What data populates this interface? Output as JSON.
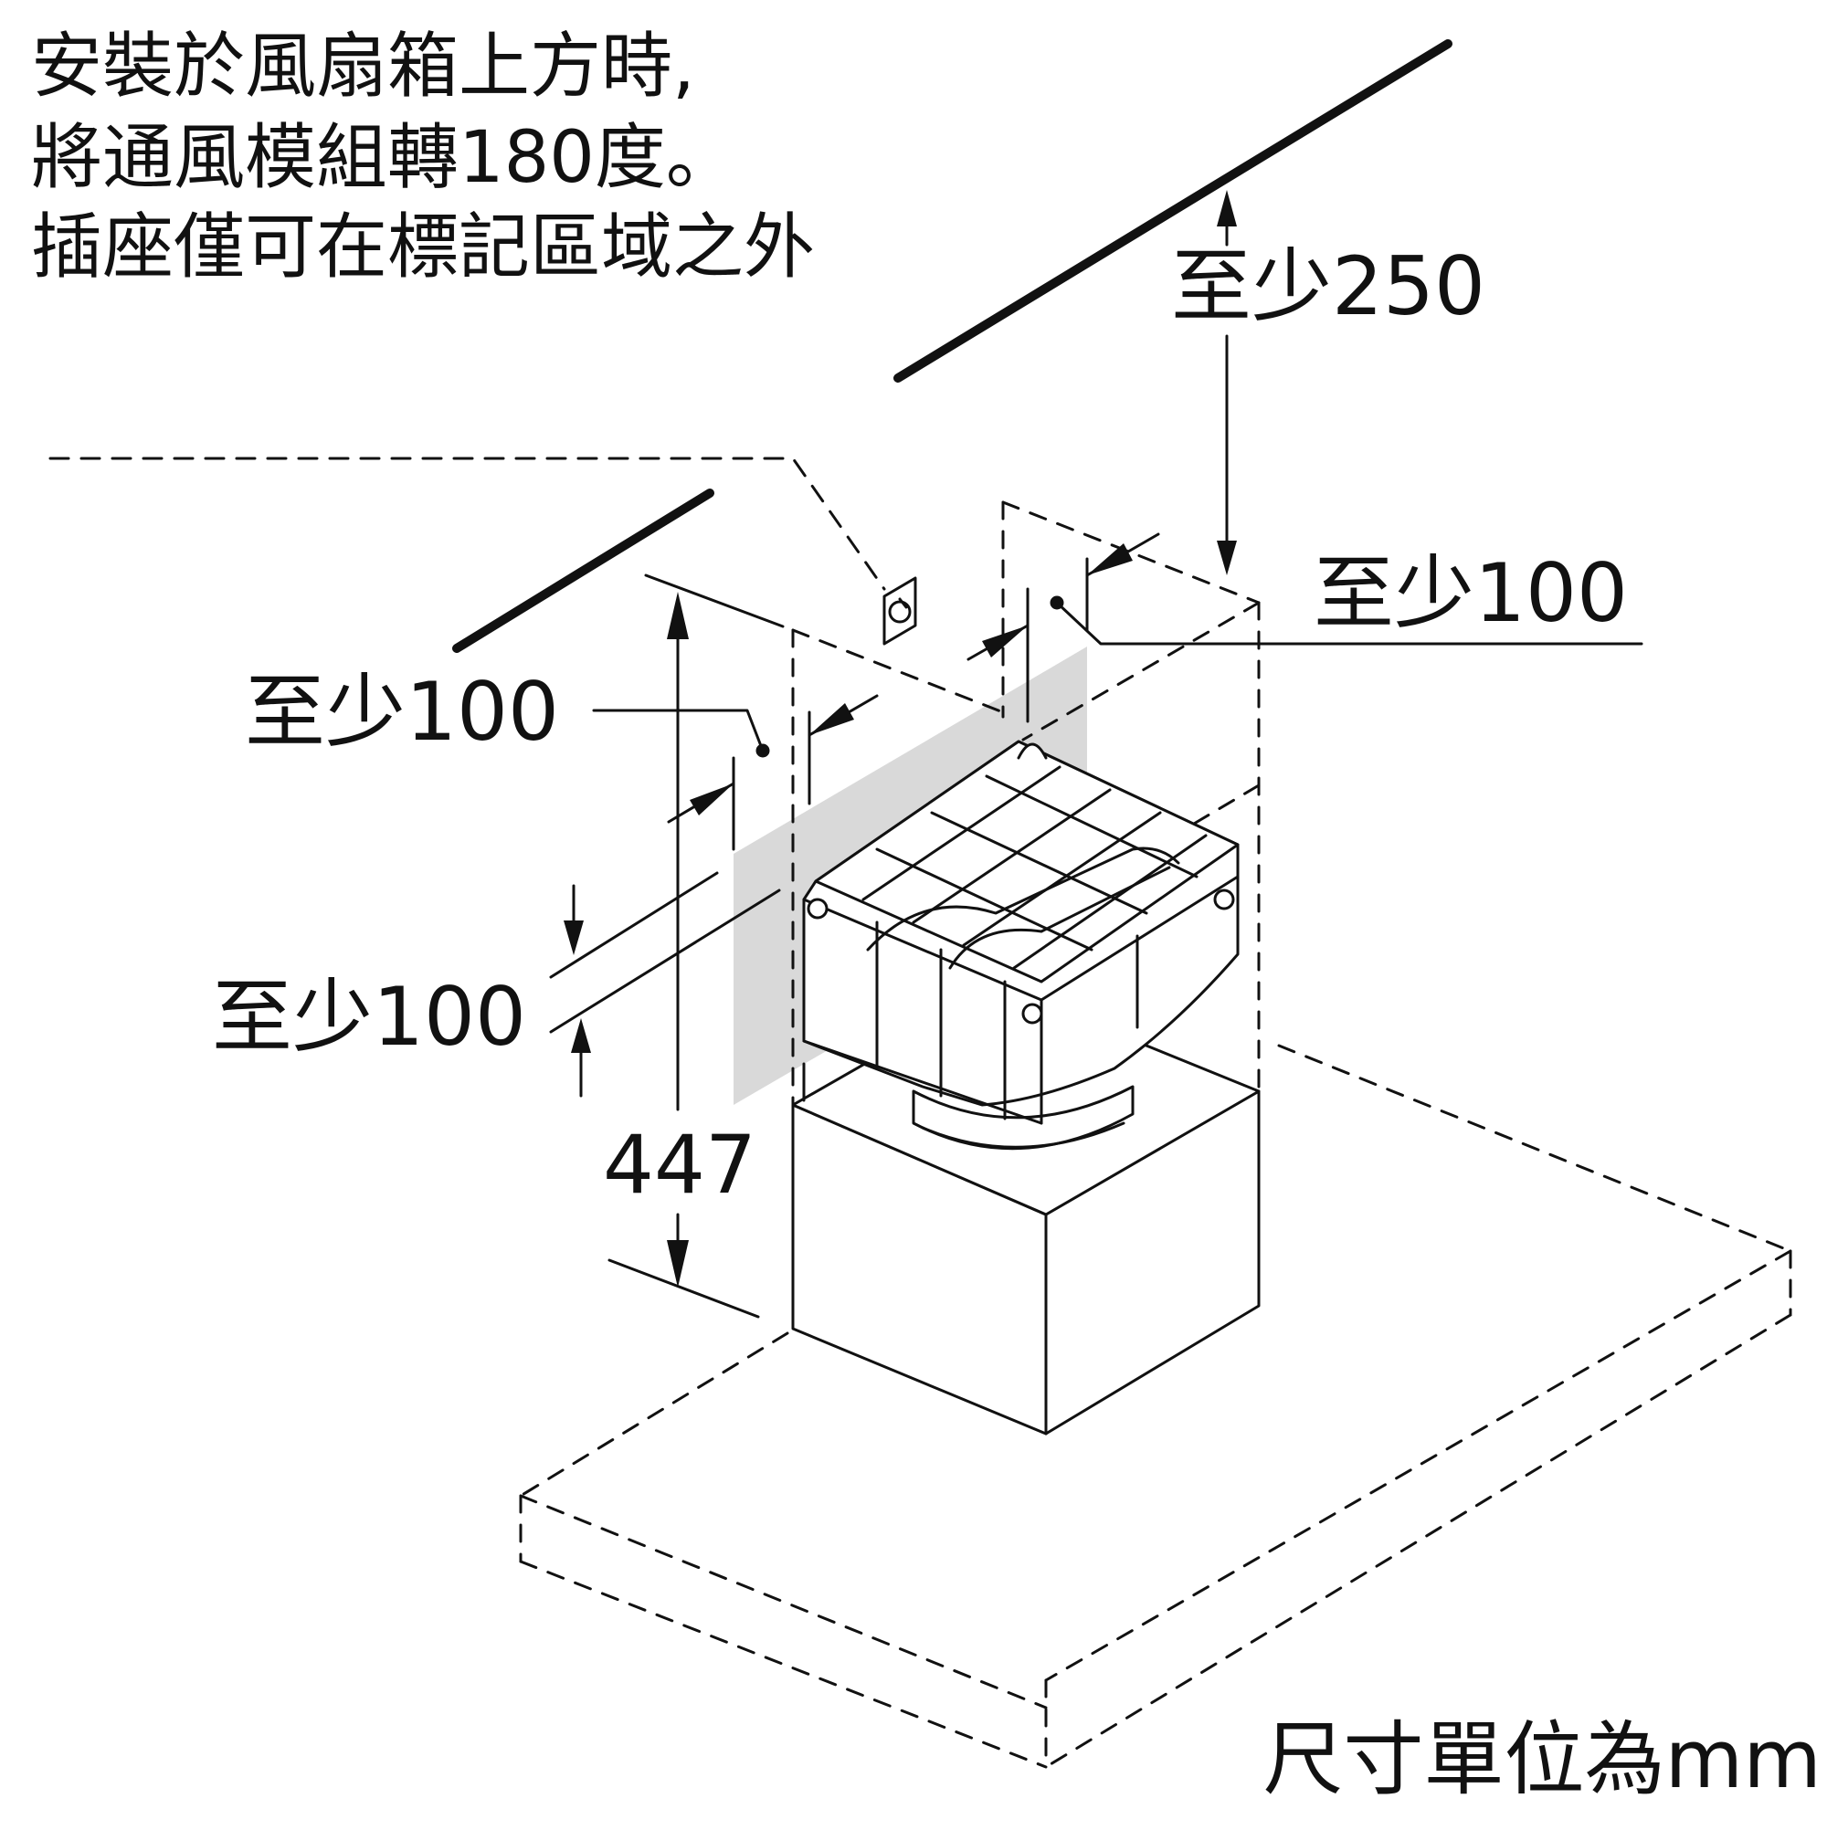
{
  "instructions": [
    "安裝於風扇箱上方時,",
    "將通風模組轉180度。",
    "插座僅可在標記區域之外"
  ],
  "dimensions": {
    "top_clearance": "至少250",
    "right_side_clearance": "至少100",
    "left_side_clearance": "至少100",
    "lower_left_clearance": "至少100",
    "height": "447"
  },
  "units_note": "尺寸單位為mm",
  "colors": {
    "line": "#111111",
    "outlet_zone_fill": "#d9d9d9",
    "background": "#ffffff"
  },
  "icons": [
    "power-outlet-icon"
  ]
}
